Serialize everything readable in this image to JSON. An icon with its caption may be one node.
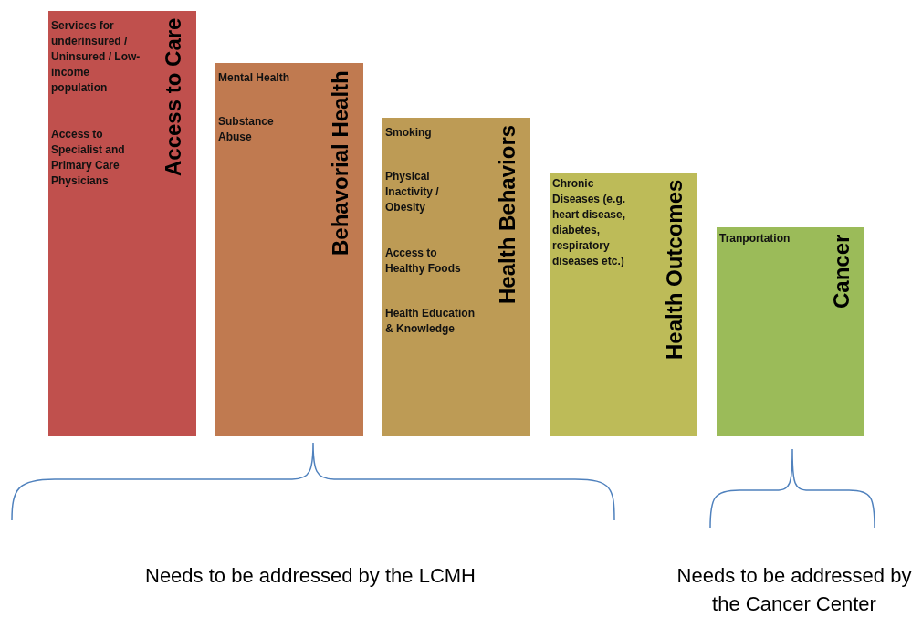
{
  "diagram": {
    "nodes": [
      {
        "text": [
          "Services for underinsured / Uninsured / Low-income population",
          "Access to Specialist and Primary Care Physicians",
          "Access to Care"
        ]
      },
      {
        "text": [
          "Mental Health",
          "Substance Abuse",
          "Behavorial Health"
        ]
      },
      {
        "text": [
          "Smoking",
          "Physical Inactivity / Obesity",
          "Access to Healthy Foods",
          "Health Education & Knowledge",
          "Health Behaviors"
        ]
      },
      {
        "text": [
          "Chronic Diseases (e.g. heart disease, diabetes, respiratory diseases etc.)",
          "Health Outcomes"
        ]
      },
      {
        "text": [
          "Tranportation",
          "Cancer"
        ]
      }
    ],
    "labels": [
      "Needs to be addressed by the LCMH",
      "Needs to be addressed by the Cancer Center"
    ]
  }
}
